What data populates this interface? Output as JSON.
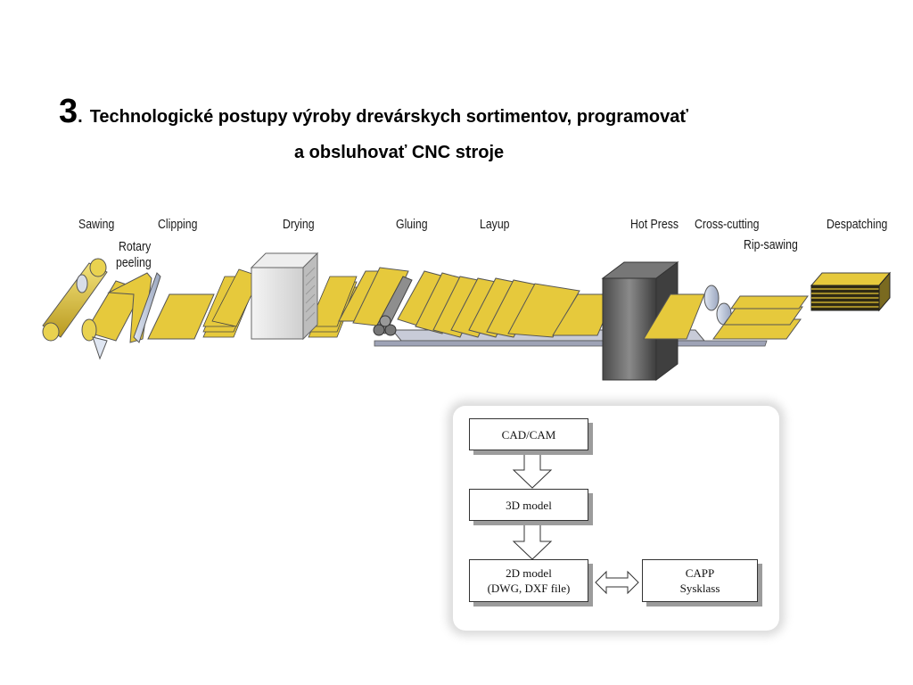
{
  "title": {
    "number": "3",
    "dot": ".",
    "line1": "Technologické postupy výroby drevárskych sortimentov, programovať",
    "line2": "a obsluhovať CNC stroje"
  },
  "process": {
    "steps": {
      "sawing": "Sawing",
      "rotary_peeling_1": "Rotary",
      "rotary_peeling_2": "peeling",
      "clipping": "Clipping",
      "drying": "Drying",
      "gluing": "Gluing",
      "layup": "Layup",
      "hot_press": "Hot Press",
      "cross_cutting": "Cross-cutting",
      "rip_sawing": "Rip-sawing",
      "despatching": "Despatching"
    },
    "colors": {
      "veneer": "#e6c93c",
      "veneer_dark": "#b89a1c",
      "press": "#5d5d5d"
    }
  },
  "flowchart": {
    "cadcam": "CAD/CAM",
    "model3d": "3D model",
    "model2d_line1": "2D model",
    "model2d_line2": "(DWG, DXF file)",
    "capp_line1": "CAPP",
    "capp_line2": "Sysklass"
  }
}
